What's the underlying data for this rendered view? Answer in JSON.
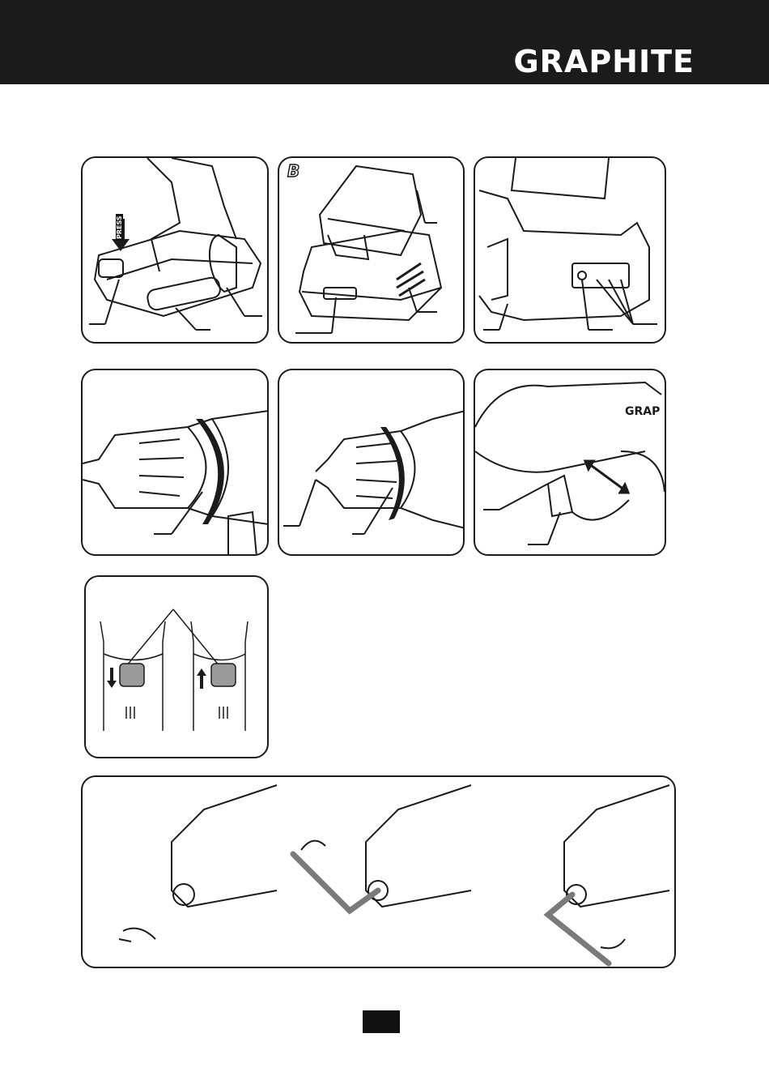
{
  "header": {
    "brand": "GRAPHITE"
  },
  "figures": {
    "fig2": {
      "letter": "B"
    },
    "fig1": {
      "press_label": "PRESS"
    }
  },
  "colors": {
    "header_bg": "#1b1b1b",
    "line": "#1b1b1b",
    "fill_gray": "#9a9a9a"
  },
  "page_number": {
    "text": ""
  }
}
